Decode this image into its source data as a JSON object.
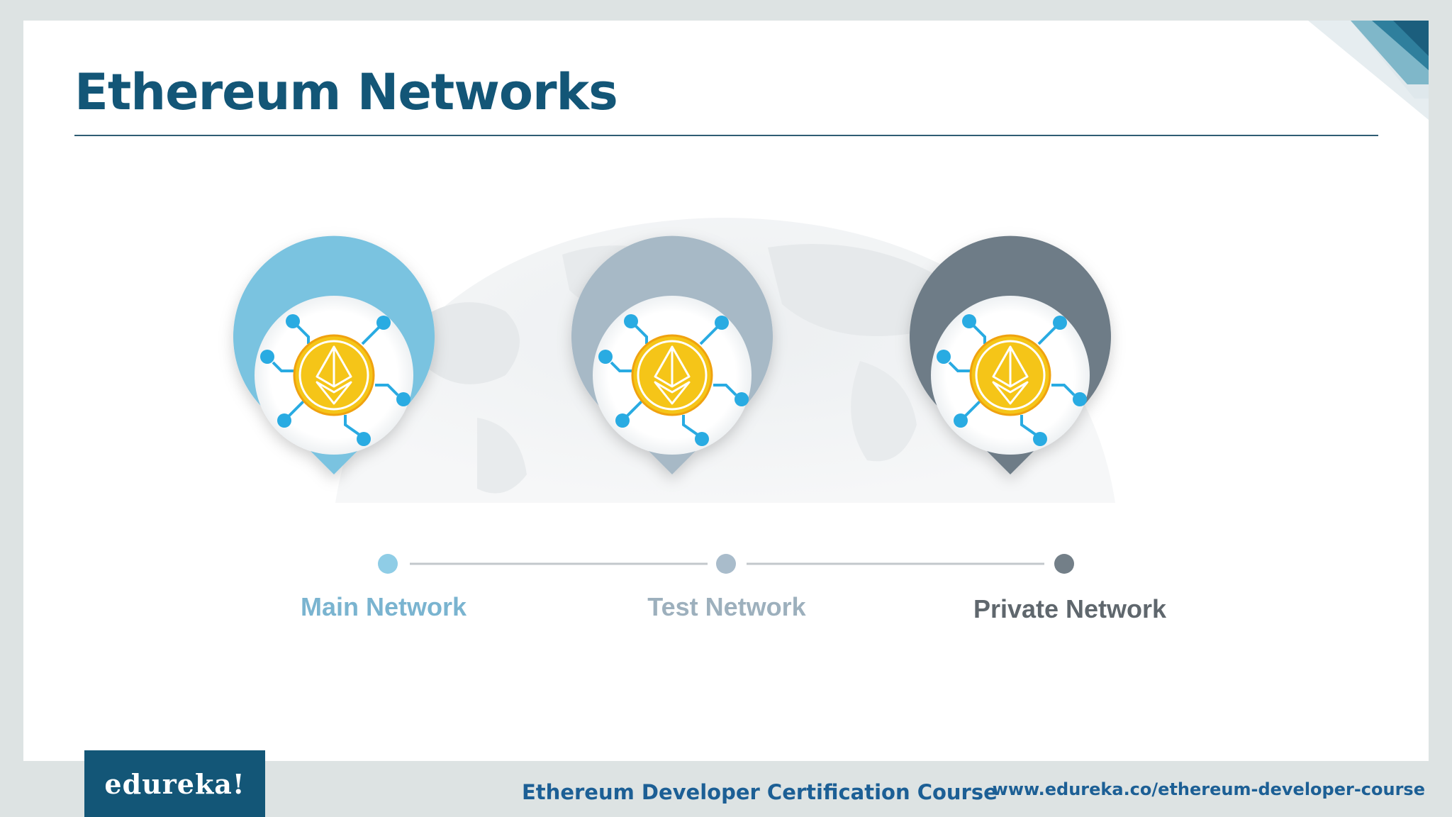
{
  "slide": {
    "title": "Ethereum Networks"
  },
  "networks": [
    {
      "label": "Main Network",
      "ring_color": "#7ac3e0",
      "dot_color": "#8fcde6",
      "label_color": "#7ab4d0"
    },
    {
      "label": "Test Network",
      "ring_color": "#a7b9c6",
      "dot_color": "#a9bccb",
      "label_color": "#9db0bd"
    },
    {
      "label": "Private Network",
      "ring_color": "#6e7c87",
      "dot_color": "#737f88",
      "label_color": "#5f676d"
    }
  ],
  "icons": {
    "network": "ethereum-network-icon",
    "coin": "ethereum-coin-icon"
  },
  "colors": {
    "brand": "#135677",
    "coin_gold": "#f5c518",
    "node_blue": "#29abe2"
  },
  "footer": {
    "logo_text": "edureka!",
    "course_title": "Ethereum Developer Certification Course",
    "course_url": "www.edureka.co/ethereum-developer-course"
  }
}
